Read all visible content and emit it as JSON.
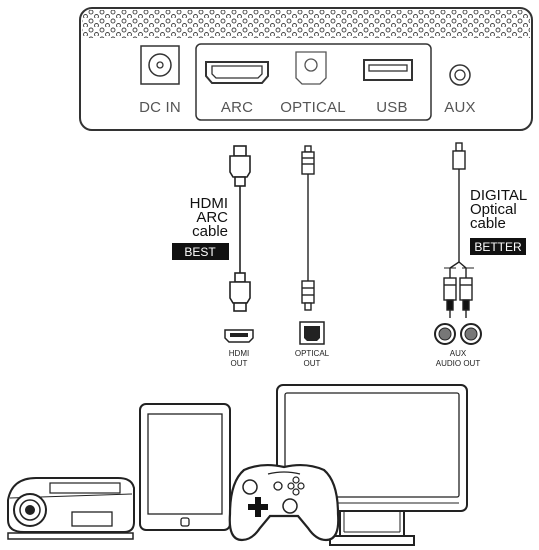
{
  "device_panel": {
    "ports": {
      "dc_in": "DC IN",
      "arc": "ARC",
      "optical": "OPTICAL",
      "usb": "USB",
      "aux": "AUX"
    }
  },
  "cables": {
    "hdmi": {
      "line1": "HDMI",
      "line2": "ARC",
      "line3": "cable",
      "badge": "BEST"
    },
    "digital": {
      "line1": "DIGITAL",
      "line2": "Optical",
      "line3": "cable",
      "badge": "BETTER"
    }
  },
  "outputs": {
    "hdmi_out": {
      "line1": "HDMI",
      "line2": "OUT"
    },
    "optical_out": {
      "line1": "OPTICAL",
      "line2": "OUT"
    },
    "aux_out": {
      "line1": "AUX",
      "line2": "AUDIO OUT"
    }
  },
  "colors": {
    "line": "#222222",
    "panel_border": "#333333",
    "badge_bg": "#111111",
    "badge_text": "#ffffff"
  }
}
